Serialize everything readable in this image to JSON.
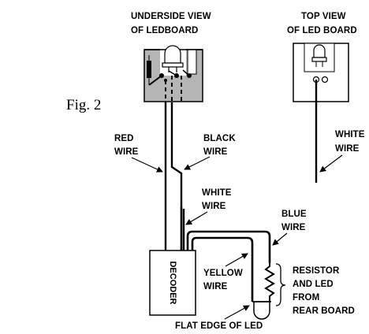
{
  "figure_label": "Fig. 2",
  "headings": {
    "underside_line1": "UNDERSIDE VIEW",
    "underside_line2": "OF LEDBOARD",
    "top_line1": "TOP VIEW",
    "top_line2": "OF LED BOARD"
  },
  "labels": {
    "red_1": "RED",
    "red_2": "WIRE",
    "black_1": "BLACK",
    "black_2": "WIRE",
    "white_1": "WHITE",
    "white_2": "WIRE",
    "white_right_1": "WHITE",
    "white_right_2": "WIRE",
    "blue_1": "BLUE",
    "blue_2": "WIRE",
    "yellow_1": "YELLOW",
    "yellow_2": "WIRE",
    "resistor_1": "RESISTOR",
    "resistor_2": "AND LED",
    "resistor_3": "FROM",
    "resistor_4": "REAR BOARD",
    "flat_edge": "FLAT EDGE OF LED"
  },
  "decoder_label": "DECODER",
  "colors": {
    "ink": "#000000",
    "board_shade": "#b5b5b5",
    "background": "#ffffff"
  }
}
